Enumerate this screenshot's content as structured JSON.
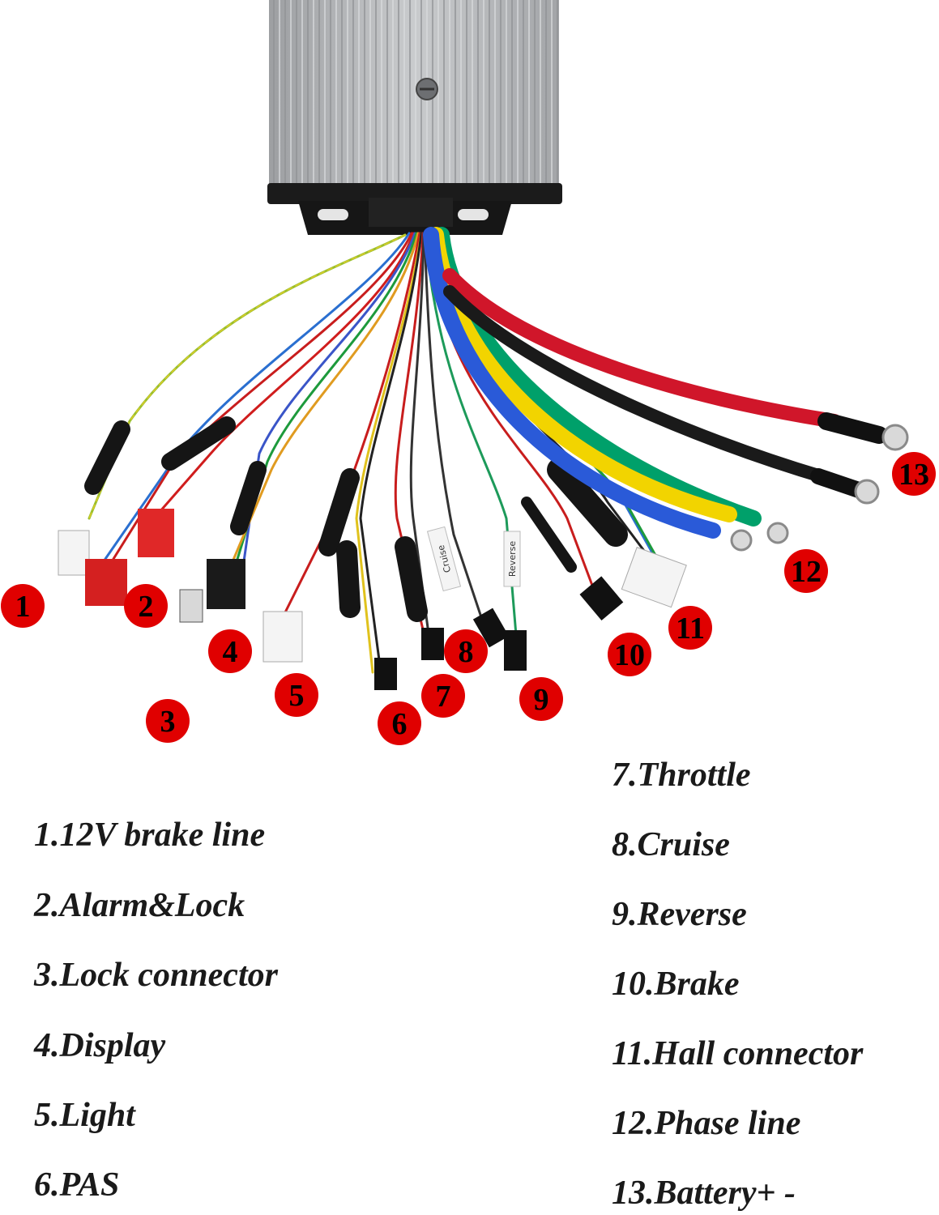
{
  "markers": [
    "1",
    "2",
    "3",
    "4",
    "5",
    "6",
    "7",
    "8",
    "9",
    "10",
    "11",
    "12",
    "13"
  ],
  "tags": {
    "cruise": "Cruise",
    "reverse": "Reverse"
  },
  "legend": {
    "left": [
      "1.12V brake line",
      "2.Alarm&Lock",
      "3.Lock connector",
      "4.Display",
      "5.Light",
      "6.PAS"
    ],
    "right": [
      "7.Throttle",
      "8.Cruise",
      "9.Reverse",
      "10.Brake",
      "11.Hall connector",
      "12.Phase line",
      "13.Battery+ -"
    ]
  },
  "colors": {
    "marker": "#e00000",
    "controller_body": "#b9bbbd",
    "phase_yellow": "#f2d400",
    "phase_green": "#00a06a",
    "phase_blue": "#2a5ad8",
    "battery_red": "#d0162a",
    "battery_black": "#1a1a1a"
  }
}
